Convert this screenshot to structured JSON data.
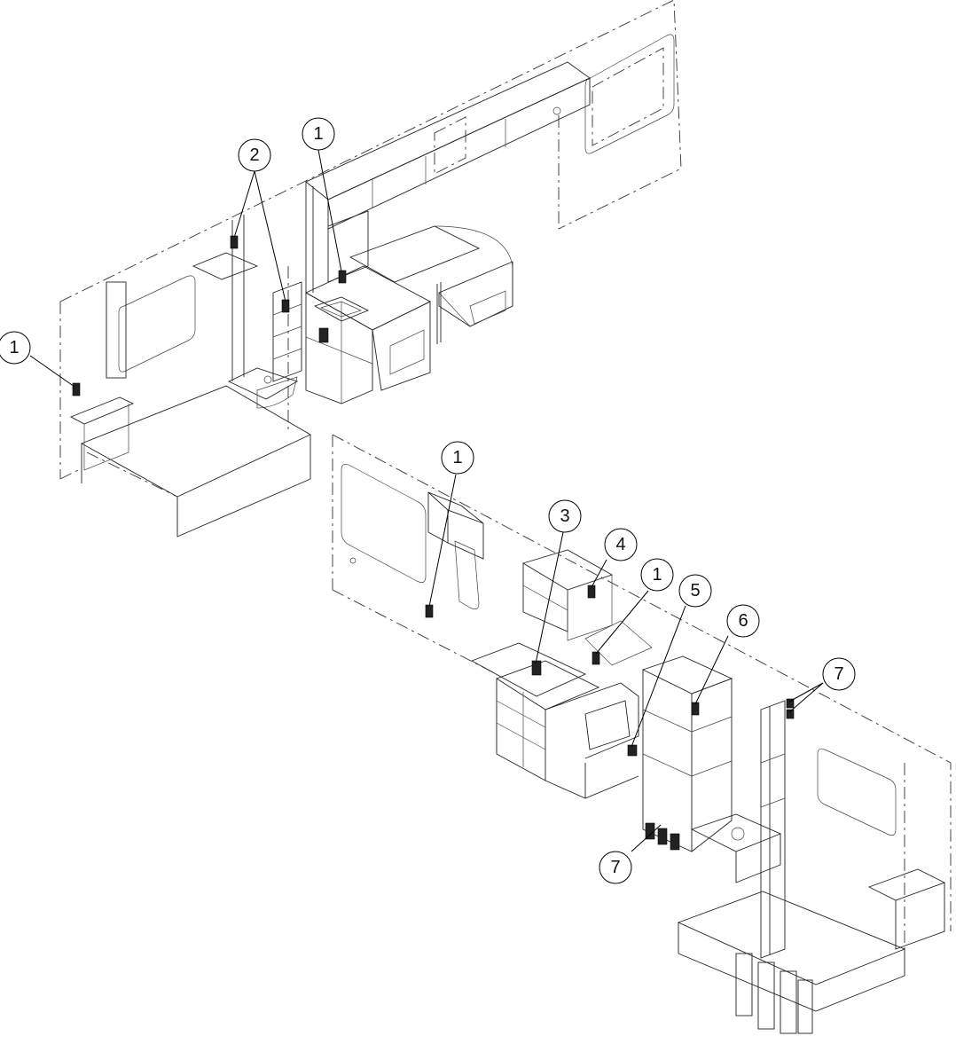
{
  "callouts": [
    {
      "id": "c1-left",
      "label": "1"
    },
    {
      "id": "c2",
      "label": "2"
    },
    {
      "id": "c1-top",
      "label": "1"
    },
    {
      "id": "c1-mid",
      "label": "1"
    },
    {
      "id": "c3",
      "label": "3"
    },
    {
      "id": "c4",
      "label": "4"
    },
    {
      "id": "c1-right",
      "label": "1"
    },
    {
      "id": "c5",
      "label": "5"
    },
    {
      "id": "c6",
      "label": "6"
    },
    {
      "id": "c7-top",
      "label": "7"
    },
    {
      "id": "c7-bottom",
      "label": "7"
    }
  ],
  "colors": {
    "line": "#222222",
    "background": "#ffffff",
    "marker": "#222222"
  }
}
